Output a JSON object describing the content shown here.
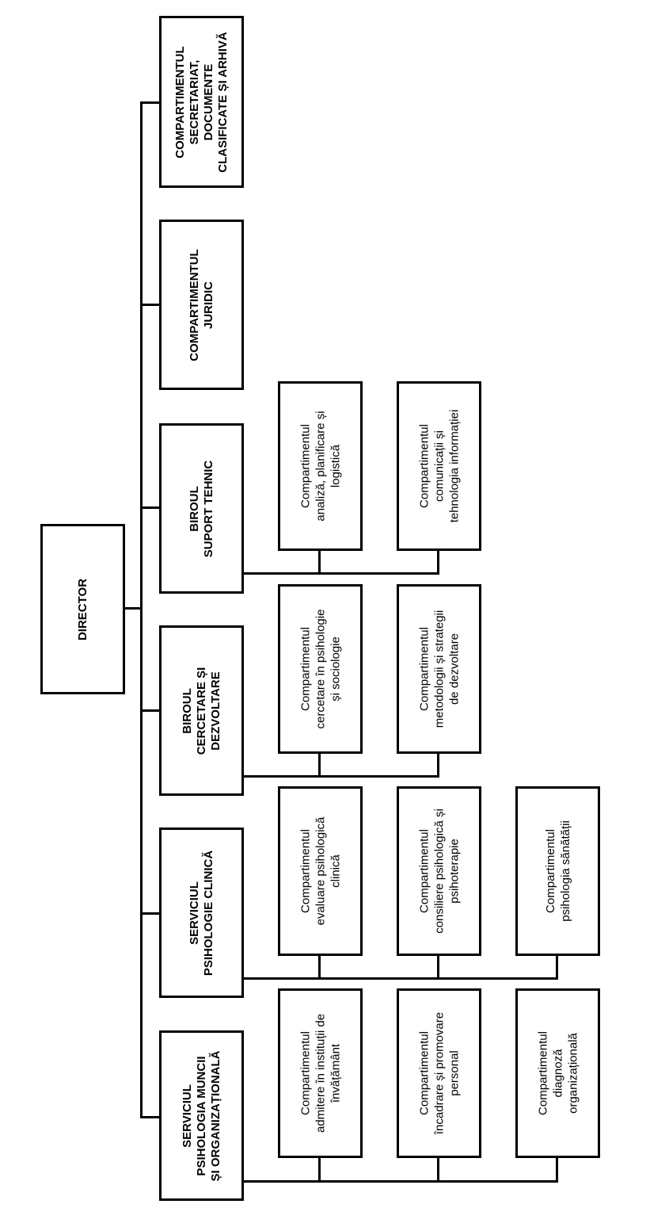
{
  "director": {
    "label": "DIRECTOR"
  },
  "units": {
    "secretariat": {
      "lines": [
        "COMPARTIMENTUL",
        "SECRETARIAT,",
        "DOCUMENTE",
        "CLASIFICATE ȘI ARHIVĂ"
      ]
    },
    "juridic": {
      "lines": [
        "COMPARTIMENTUL",
        "JURIDIC"
      ]
    },
    "suport": {
      "lines": [
        "BIROUL",
        "SUPORT TEHNIC"
      ],
      "children": [
        {
          "lines": [
            "Compartimentul",
            "analiză, planificare și",
            "logistică"
          ]
        },
        {
          "lines": [
            "Compartimentul",
            "comunicații și",
            "tehnologia informației"
          ]
        }
      ]
    },
    "cercetare": {
      "lines": [
        "BIROUL",
        "CERCETARE ȘI",
        "DEZVOLTARE"
      ],
      "children": [
        {
          "lines": [
            "Compartimentul",
            "cercetare în psihologie",
            "și sociologie"
          ]
        },
        {
          "lines": [
            "Compartimentul",
            "metodologii și strategii",
            "de dezvoltare"
          ]
        }
      ]
    },
    "clinica": {
      "lines": [
        "SERVICIUL",
        "PSIHOLOGIE CLINICĂ"
      ],
      "children": [
        {
          "lines": [
            "Compartimentul",
            "evaluare psihologică",
            "clinică"
          ]
        },
        {
          "lines": [
            "Compartimentul",
            "consiliere psihologică și",
            "psihoterapie"
          ]
        },
        {
          "lines": [
            "Compartimentul",
            "psihologia sănătății"
          ]
        }
      ]
    },
    "muncii": {
      "lines": [
        "SERVICIUL",
        "PSIHOLOGIA MUNCII",
        "ȘI ORGANIZAȚIONALĂ"
      ],
      "children": [
        {
          "lines": [
            "Compartimentul",
            "admitere în instituții de",
            "învățământ"
          ]
        },
        {
          "lines": [
            "Compartimentul",
            "încadrare și promovare",
            "personal"
          ]
        },
        {
          "lines": [
            "Compartimentul",
            "diagnoză",
            "organizațională"
          ]
        }
      ]
    }
  }
}
